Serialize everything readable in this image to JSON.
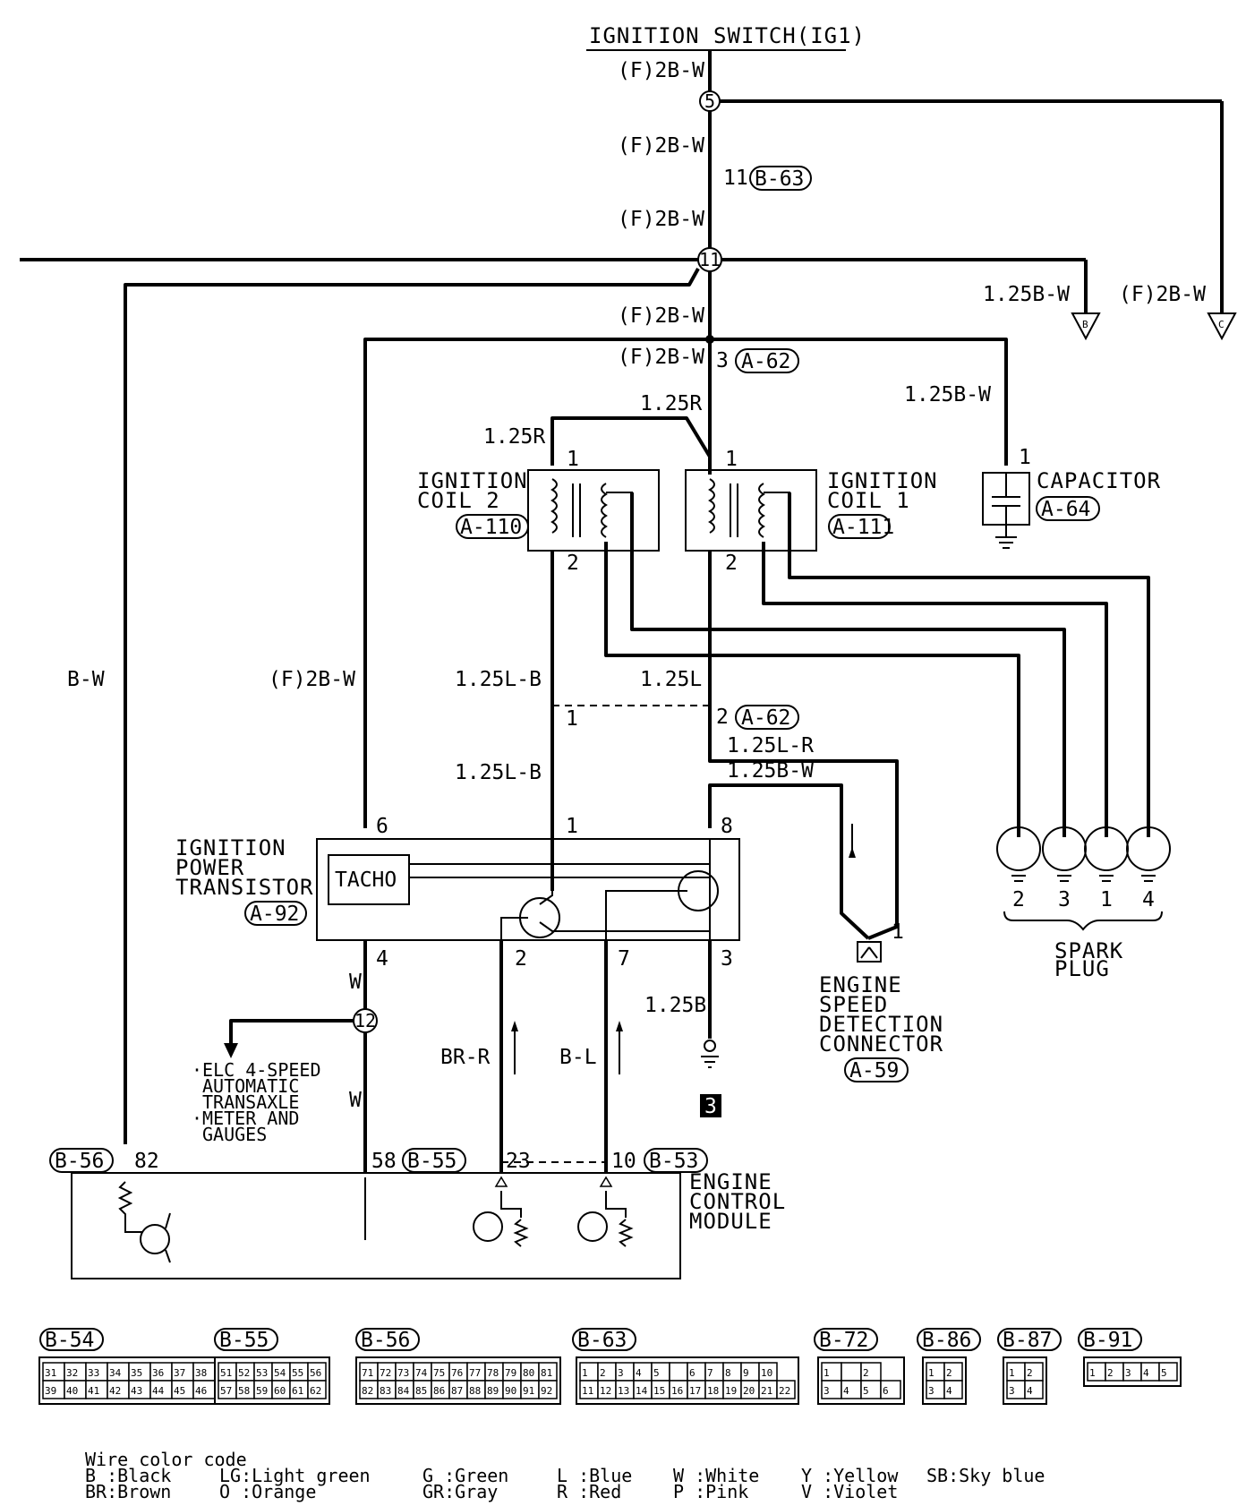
{
  "title": "IGNITION SWITCH(IG1)",
  "wire_labels": {
    "top1": "(F)2B-W",
    "top2": "(F)2B-W",
    "top3": "(F)2B-W",
    "top4": "(F)2B-W",
    "top5": "(F)2B-W",
    "left_bw": "B-W",
    "left_f2bw": "(F)2B-W",
    "br125bw": "1.25B-W",
    "rc_f2bw": "(F)2B-W",
    "cap_125bw": "1.25B-W",
    "coil_125r_a": "1.25R",
    "coil_125r_b": "1.25R",
    "lb_upper": "1.25L-B",
    "l_125": "1.25L",
    "lb_lower": "1.25L-B",
    "lr_125": "1.25L-R",
    "bw_125": "1.25B-W",
    "w_upper": "W",
    "w_lower": "W",
    "b_125": "1.25B",
    "br_r": "BR-R",
    "b_l": "B-L"
  },
  "nodes": {
    "n5": "5",
    "n11": "11",
    "n12": "12",
    "ground_ref": "3"
  },
  "connectors": {
    "b63": "B-63",
    "a62_top": "A-62",
    "a62_mid": "A-62",
    "a110": "A-110",
    "a111": "A-111",
    "a64": "A-64",
    "a92": "A-92",
    "a59": "A-59",
    "b56": "B-56",
    "b55": "B-55",
    "b53": "B-53"
  },
  "pins": {
    "p11": "11",
    "p3": "3",
    "coil2_p1": "1",
    "coil2_p2": "2",
    "coil1_p1": "1",
    "coil1_p2": "2",
    "cap_p1": "1",
    "a62_p1": "1",
    "a62_p2": "2",
    "tr_p6": "6",
    "tr_p1": "1",
    "tr_p8": "8",
    "tr_p4": "4",
    "tr_p2": "2",
    "tr_p7": "7",
    "tr_p3": "3",
    "esd_p1": "1",
    "ecm_82": "82",
    "ecm_58": "58",
    "ecm_23": "23",
    "ecm_10": "10"
  },
  "components": {
    "coil2": [
      "IGNITION",
      "COIL 2"
    ],
    "coil1": [
      "IGNITION",
      "COIL 1"
    ],
    "capacitor": "CAPACITOR",
    "transistor": [
      "IGNITION",
      "POWER",
      "TRANSISTOR"
    ],
    "tacho": "TACHO",
    "esd": [
      "ENGINE",
      "SPEED",
      "DETECTION",
      "CONNECTOR"
    ],
    "spark": [
      "SPARK",
      "PLUG"
    ],
    "spark_numbers": [
      "2",
      "3",
      "1",
      "4"
    ],
    "ecm": [
      "ENGINE",
      "CONTROL",
      "MODULE"
    ],
    "branch": [
      "·ELC 4-SPEED",
      "AUTOMATIC",
      "TRANSAXLE",
      "·METER AND",
      "GAUGES"
    ]
  },
  "arrow_refs": {
    "b": "B",
    "c": "C"
  },
  "connector_views": [
    {
      "id": "B-54",
      "rows": [
        [
          "31",
          "32",
          "33",
          "34",
          "35",
          "36",
          "37",
          "38"
        ],
        [
          "39",
          "40",
          "41",
          "42",
          "43",
          "44",
          "45",
          "46"
        ]
      ]
    },
    {
      "id": "B-55",
      "rows": [
        [
          "51",
          "52",
          "53",
          "54",
          "55",
          "56"
        ],
        [
          "57",
          "58",
          "59",
          "60",
          "61",
          "62"
        ]
      ]
    },
    {
      "id": "B-56",
      "rows": [
        [
          "71",
          "72",
          "73",
          "74",
          "75",
          "76",
          "77",
          "78",
          "79",
          "80",
          "81"
        ],
        [
          "82",
          "83",
          "84",
          "85",
          "86",
          "87",
          "88",
          "89",
          "90",
          "91",
          "92"
        ]
      ]
    },
    {
      "id": "B-63",
      "rows": [
        [
          "1",
          "2",
          "3",
          "4",
          "5",
          "",
          "6",
          "7",
          "8",
          "9",
          "10"
        ],
        [
          "11",
          "12",
          "13",
          "14",
          "15",
          "16",
          "17",
          "18",
          "19",
          "20",
          "21",
          "22"
        ]
      ]
    },
    {
      "id": "B-72",
      "rows": [
        [
          "1",
          "",
          "2"
        ],
        [
          "3",
          "4",
          "5",
          "6"
        ]
      ]
    },
    {
      "id": "B-86",
      "rows": [
        [
          "1",
          "2"
        ],
        [
          "3",
          "4"
        ]
      ]
    },
    {
      "id": "B-87",
      "rows": [
        [
          "1",
          "2"
        ],
        [
          "3",
          "4"
        ]
      ]
    },
    {
      "id": "B-91",
      "rows": [
        [
          "1",
          "2",
          "3",
          "4",
          "5"
        ]
      ]
    }
  ],
  "legend": {
    "title": "Wire color code",
    "entries": [
      [
        "B :Black",
        "BR:Brown"
      ],
      [
        "LG:Light green",
        "O :Orange"
      ],
      [
        "G :Green",
        "GR:Gray"
      ],
      [
        "L :Blue",
        "R :Red"
      ],
      [
        "W :White",
        "P :Pink"
      ],
      [
        "Y :Yellow",
        "V :Violet"
      ],
      [
        "SB:Sky blue"
      ]
    ]
  }
}
